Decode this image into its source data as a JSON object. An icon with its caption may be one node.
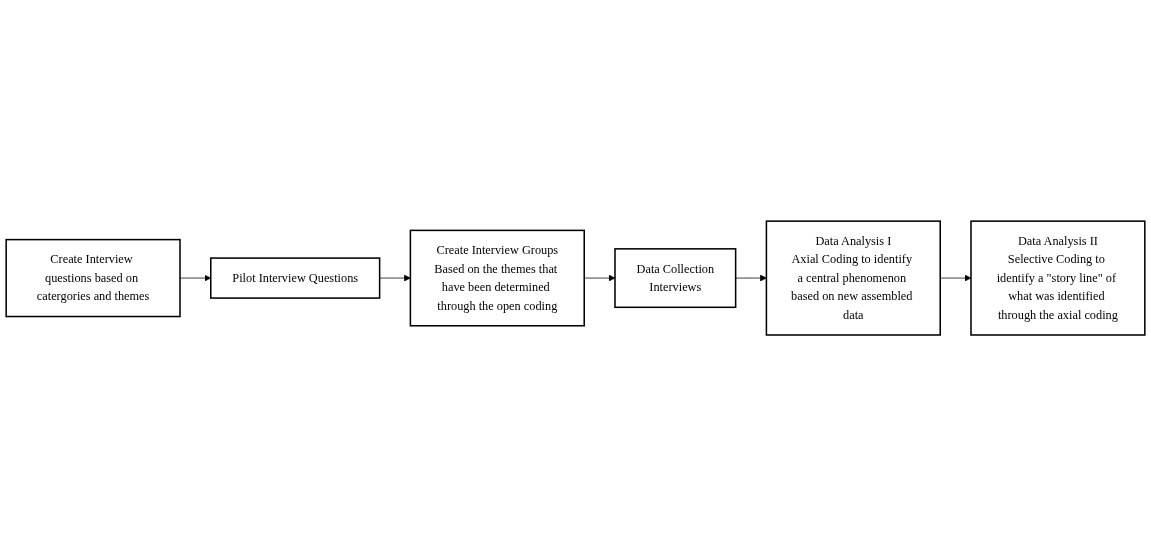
{
  "diagram": {
    "nodes": [
      {
        "text": [
          "Create Interview questions based on catergories and themes"
        ]
      },
      {
        "text": [
          "Pilot Interview Questions"
        ]
      },
      {
        "text": [
          "Create Interview Groups",
          "Based on the themes that have been determined through the open coding"
        ]
      },
      {
        "text": [
          "Data Collection",
          "Interviews"
        ]
      },
      {
        "text": [
          "Data Analysis I",
          "Axial Coding to identify a central phenomenon based on new assembled data"
        ]
      },
      {
        "text": [
          "Data Analysis II",
          "Selective Coding to identify a \"story line\" of what was identified through the axial coding"
        ]
      }
    ],
    "edges": [
      {
        "from": 0,
        "to": 1,
        "arrow": "to"
      },
      {
        "from": 1,
        "to": 2,
        "arrow": "to"
      },
      {
        "from": 2,
        "to": 3,
        "arrow": "to"
      },
      {
        "from": 3,
        "to": 4,
        "arrow": "to"
      },
      {
        "from": 4,
        "to": 5,
        "arrow": "to"
      }
    ]
  }
}
